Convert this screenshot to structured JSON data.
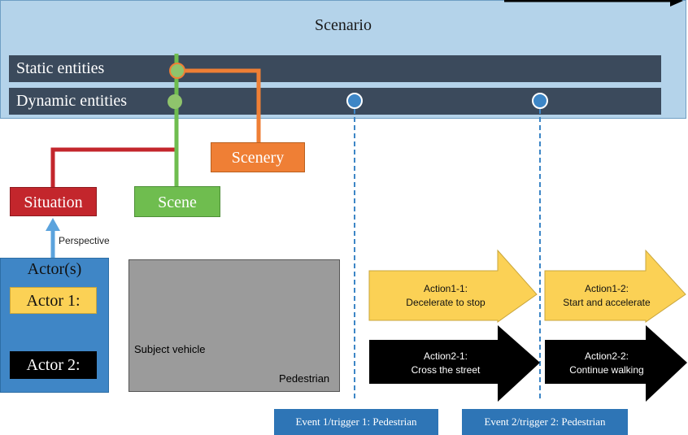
{
  "scenario": {
    "title": "Scenario"
  },
  "layers": {
    "static": "Static entities",
    "dynamic": "Dynamic entities"
  },
  "boxes": {
    "scenery": "Scenery",
    "situation": "Situation",
    "scene": "Scene"
  },
  "perspective": "Perspective",
  "actors": {
    "title": "Actor(s)",
    "actor1": "Actor 1:",
    "actor2": "Actor 2:"
  },
  "illustration": {
    "subject_vehicle": "Subject vehicle",
    "pedestrian": "Pedestrian"
  },
  "actions": {
    "a11_line1": "Action1-1:",
    "a11_line2": "Decelerate to stop",
    "a12_line1": "Action1-2:",
    "a12_line2": "Start and accelerate",
    "a21_line1": "Action2-1:",
    "a21_line2": "Cross the street",
    "a22_line1": "Action2-2:",
    "a22_line2": "Continue walking"
  },
  "events": {
    "event1": "Event 1/trigger 1: Pedestrian",
    "event2": "Event 2/trigger 2: Pedestrian"
  },
  "colors": {
    "scenario_bg": "#b4d3ea",
    "bar": "#3b4a5c",
    "scenery": "#ef7f35",
    "situation": "#c3262c",
    "scene": "#6fbd4f",
    "actors": "#3f86c6",
    "actor1": "#fbd155",
    "actor2": "#000000",
    "action_yellow": "#fbd155",
    "action_black": "#000000",
    "event": "#2e75b6",
    "node": "#3d86c6"
  }
}
